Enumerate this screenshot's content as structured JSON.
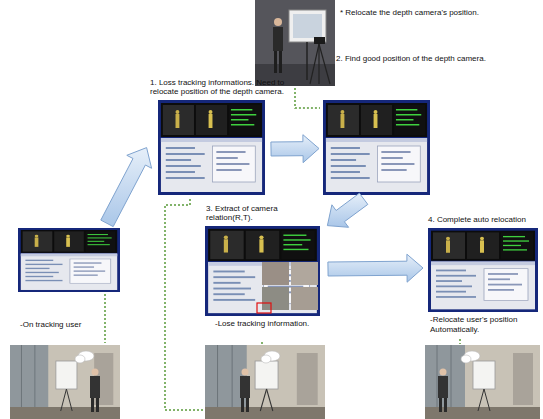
{
  "diagram": {
    "nodes": [
      {
        "text": [
          "* Relocate the depth camera's position."
        ]
      },
      {
        "text": [
          "-On tracking user"
        ]
      },
      {
        "text": [
          "1. Loss tracking informations. Need to relocate position of the depth camera."
        ]
      },
      {
        "text": [
          "2. Find good position of the depth camera."
        ]
      },
      {
        "text": [
          "3. Extract of camera relation(R,T).",
          "-Lose tracking information."
        ]
      },
      {
        "text": [
          "4. Complete auto relocation",
          "-Relocate user's position Automatically."
        ]
      }
    ],
    "edges": [
      {
        "from": 1,
        "to": 2,
        "arrow": "to"
      },
      {
        "from": 2,
        "to": 3,
        "arrow": "to"
      },
      {
        "from": 3,
        "to": 4,
        "arrow": "to"
      },
      {
        "from": 4,
        "to": 5,
        "arrow": "to"
      },
      {
        "from": 0,
        "to": 3,
        "arrow": "none"
      }
    ]
  }
}
